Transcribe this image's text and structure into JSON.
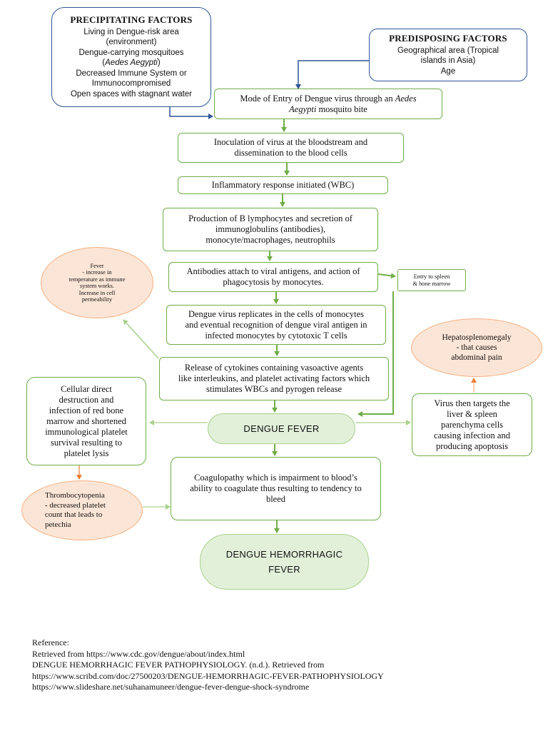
{
  "precipitating": {
    "title": "PRECIPITATING FACTORS",
    "l1": "Living in Dengue-risk area",
    "l2": "(environment)",
    "l3": "Dengue-carrying mosquitoes",
    "l4a": "(",
    "l4b": "Aedes Aegypti",
    "l4c": ")",
    "l5": "Decreased Immune System or",
    "l6": "Immunocompromised",
    "l7": "Open spaces with stagnant water"
  },
  "predisposing": {
    "title": "PREDISPOSING FACTORS",
    "l1": "Geographical area (Tropical",
    "l2": "islands in Asia)",
    "l3": "Age"
  },
  "steps": {
    "entry_a": "Mode of Entry of Dengue virus through an ",
    "entry_b": "Aedes",
    "entry_c": "Aegypti",
    "entry_d": " mosquito bite",
    "inoculation_1": "Inoculation of virus at the bloodstream and",
    "inoculation_2": "dissemination to the blood cells",
    "inflammatory": "Inflammatory response initiated (WBC)",
    "production_1": "Production of B lymphocytes and secretion of",
    "production_2": "immunoglobulins (antibodies),",
    "production_3": "monocyte/macrophages, neutrophils",
    "antibodies_1": "Antibodies attach to viral antigens, and action of",
    "antibodies_2": "phagocytosis by monocytes.",
    "replicates_1": "Dengue virus replicates in the cells of monocytes",
    "replicates_2": "and eventual recognition of dengue viral antigen in",
    "replicates_3": "infected monocytes by cytotoxic T cells",
    "cytokines_1": "Release of cytokines containing vasoactive agents",
    "cytokines_2": "like interleukins, and platelet activating factors which",
    "cytokines_3": "stimulates WBCs and pyrogen release",
    "coagulopathy_1": "Coagulopathy which is impairment to blood’s",
    "coagulopathy_2": "ability to coagulate thus resulting to tendency to",
    "coagulopathy_3": "bleed"
  },
  "side": {
    "spleen_1": "Entry to spleen",
    "spleen_2": "& bone marrow",
    "fever_1": "Fever",
    "fever_2": "- increase in",
    "fever_3": "temperature as immune",
    "fever_4": "system works.",
    "fever_5": "Increase in cell",
    "fever_6": "permeability",
    "hepato_1": "Hepatosplenomegaly",
    "hepato_2": "- that causes",
    "hepato_3": "abdominal pain",
    "virus_1": "Virus then targets the",
    "virus_2": "liver & spleen",
    "virus_3": "parenchyma cells",
    "virus_4": "causing infection and",
    "virus_5": "producing apoptosis",
    "cellular_1": "Cellular direct",
    "cellular_2": "destruction and",
    "cellular_3": "infection of red bone",
    "cellular_4": "marrow and shortened",
    "cellular_5": "immunological platelet",
    "cellular_6": "survival resulting to",
    "cellular_7": "platelet lysis",
    "thrombo_1": "Thrombocytopenia",
    "thrombo_2": "- decreased platelet",
    "thrombo_3": "count that leads to",
    "thrombo_4": "petechia"
  },
  "outcomes": {
    "dengue_fever": "DENGUE FEVER",
    "dhf_1": "DENGUE HEMORRHAGIC",
    "dhf_2": "FEVER"
  },
  "reference": {
    "heading": "Reference:",
    "r1": "Retrieved from https://www.cdc.gov/dengue/about/index.html",
    "r2": "DENGUE HEMORRHAGIC FEVER PATHOPHYSIOLOGY. (n.d.). Retrieved from",
    "r3": "https://www.scribd.com/doc/27500203/DENGUE-HEMORRHAGIC-FEVER-PATHOPHYSIOLOGY",
    "r4": "https://www.slideshare.net/suhanamuneer/dengue-fever-dengue-shock-syndrome"
  },
  "colors": {
    "green_border": "#70ad47",
    "blue_border": "#2f5597",
    "orange_border": "#f4b183",
    "orange_fill": "#fbe5d6",
    "green_fill": "#e2f0d9",
    "orange_arrow": "#ed7d31"
  }
}
